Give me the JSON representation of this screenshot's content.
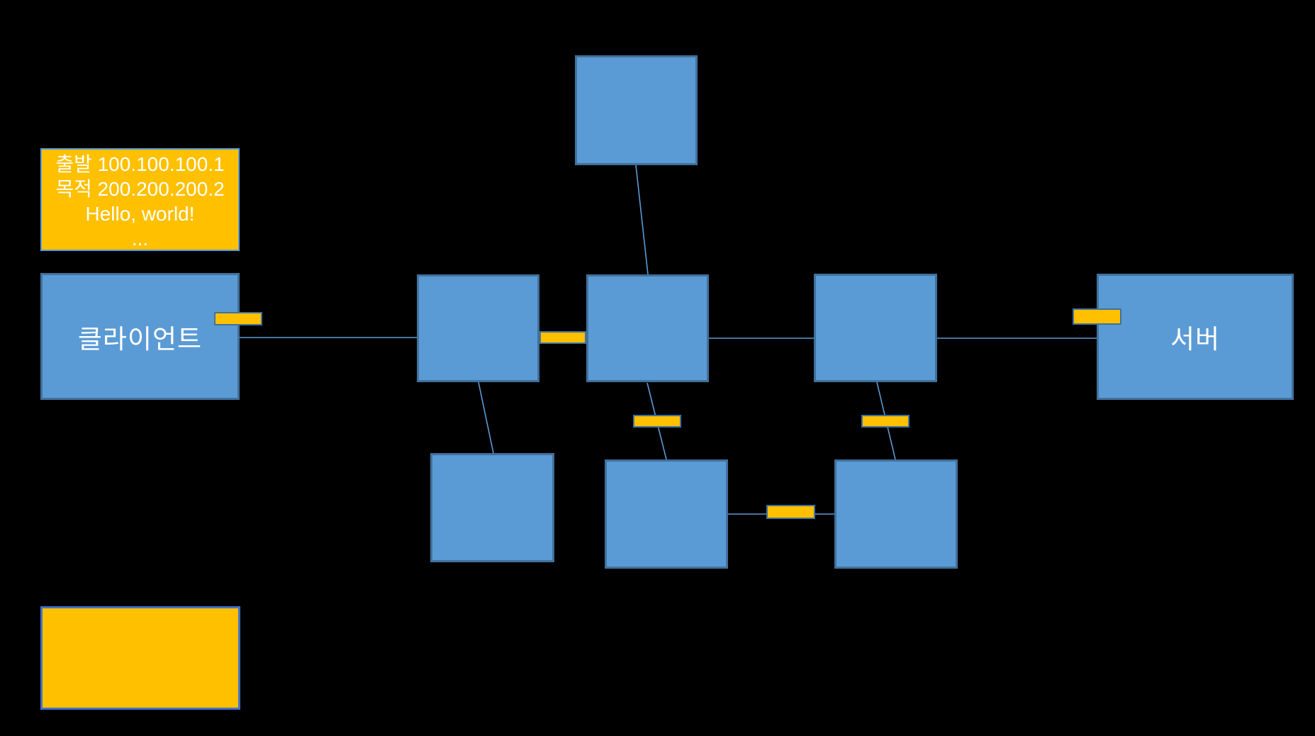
{
  "diagram": {
    "title": "client-server network packet diagram",
    "background": "#000000",
    "colors": {
      "node_fill": "#5B9BD5",
      "node_border": "#41719C",
      "packet_fill": "#FFC000",
      "packet_border": "#5B9BD5",
      "chip_fill": "#FFC000",
      "chip_border": "#41719C",
      "connector": "#5B9BD5",
      "text": "#FFFFFF"
    },
    "nodes": {
      "client": {
        "label": "클라이언트"
      },
      "server": {
        "label": "서버"
      }
    },
    "packet": {
      "lines": {
        "src": "출발 100.100.100.1",
        "dst": "목적 200.200.200.2",
        "payload": "Hello, world!",
        "more": "..."
      }
    }
  }
}
